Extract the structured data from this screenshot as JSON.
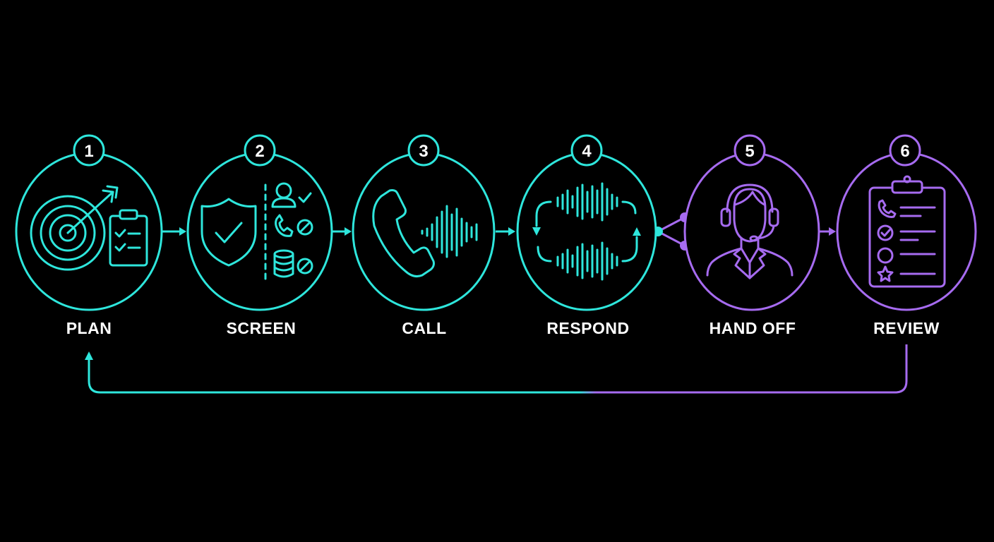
{
  "colors": {
    "teal": "#2ee6dc",
    "purple": "#a66bf0",
    "background": "#000000",
    "label": "#ffffff"
  },
  "flow": "linear steps 1 to 6 with a feedback loop from REVIEW back to PLAN; steps 5 and 6 purple",
  "steps": [
    {
      "number": "1",
      "label": "PLAN",
      "icon": "target-arrow-clipboard-icon",
      "accent": "teal"
    },
    {
      "number": "2",
      "label": "SCREEN",
      "icon": "shield-check-screening-icon",
      "accent": "teal"
    },
    {
      "number": "3",
      "label": "CALL",
      "icon": "phone-soundwave-icon",
      "accent": "teal"
    },
    {
      "number": "4",
      "label": "RESPOND",
      "icon": "two-way-soundwave-icon",
      "accent": "teal"
    },
    {
      "number": "5",
      "label": "HAND OFF",
      "icon": "headset-agent-icon",
      "accent": "purple"
    },
    {
      "number": "6",
      "label": "REVIEW",
      "icon": "review-checklist-icon",
      "accent": "purple"
    }
  ]
}
